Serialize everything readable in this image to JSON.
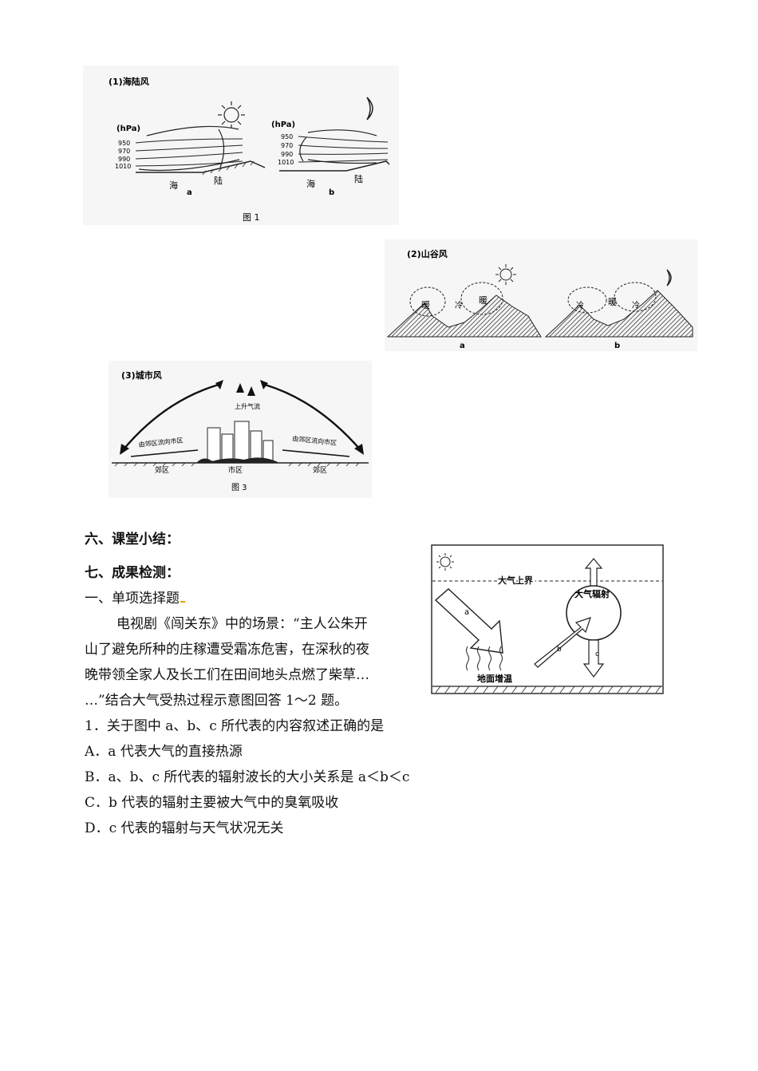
{
  "fig1": {
    "heading": "(1)海陆风",
    "unit": "(hPa)",
    "pressures": [
      "950",
      "970",
      "990",
      "1010"
    ],
    "sea": "海",
    "land": "陆",
    "label_a": "a",
    "label_b": "b",
    "caption": "图 1"
  },
  "fig2": {
    "heading": "(2)山谷风",
    "warm": "暖",
    "cold": "冷",
    "label_a": "a",
    "label_b": "b"
  },
  "fig3": {
    "heading": "(3)城市风",
    "rising": "上升气流",
    "flow_left": "由郊区流向市区",
    "flow_right": "由郊区流向市区",
    "suburb": "郊区",
    "city": "市区",
    "caption": "图 3"
  },
  "fig4": {
    "top_label": "大气上界",
    "atmo_rad": "大气辐射",
    "ground": "地面增温",
    "a": "a",
    "b": "b",
    "c": "c"
  },
  "text": {
    "section6": "六、课堂小结：",
    "section7": "七、成果检测：",
    "part1": "一、单项选择题",
    "para": "电视剧《闯关东》中的场景：“主人公朱开山了避免所种的庄稼遭受霜冻危害，在深秋的夜晚带领全家人及长工们在田间地头点燃了柴草……”结合大气受热过程示意图回答 1～2 题。",
    "para_line1": "电视剧《闯关东》中的场景：“主人公朱开",
    "para_line2": "山了避免所种的庄稼遭受霜冻危害，在深秋的夜",
    "para_line3": "晚带领全家人及长工们在田间地头点燃了柴草…",
    "para_line4": "…”结合大气受热过程示意图回答 1～2 题。",
    "q1": "1．关于图中 a、b、c 所代表的内容叙述正确的是",
    "optA": "A．a 代表大气的直接热源",
    "optB": "B．a、b、c 所代表的辐射波长的大小关系是 a＜b＜c",
    "optC": "C．b 代表的辐射主要被大气中的臭氧吸收",
    "optD": "D．c 代表的辐射与天气状况无关"
  }
}
